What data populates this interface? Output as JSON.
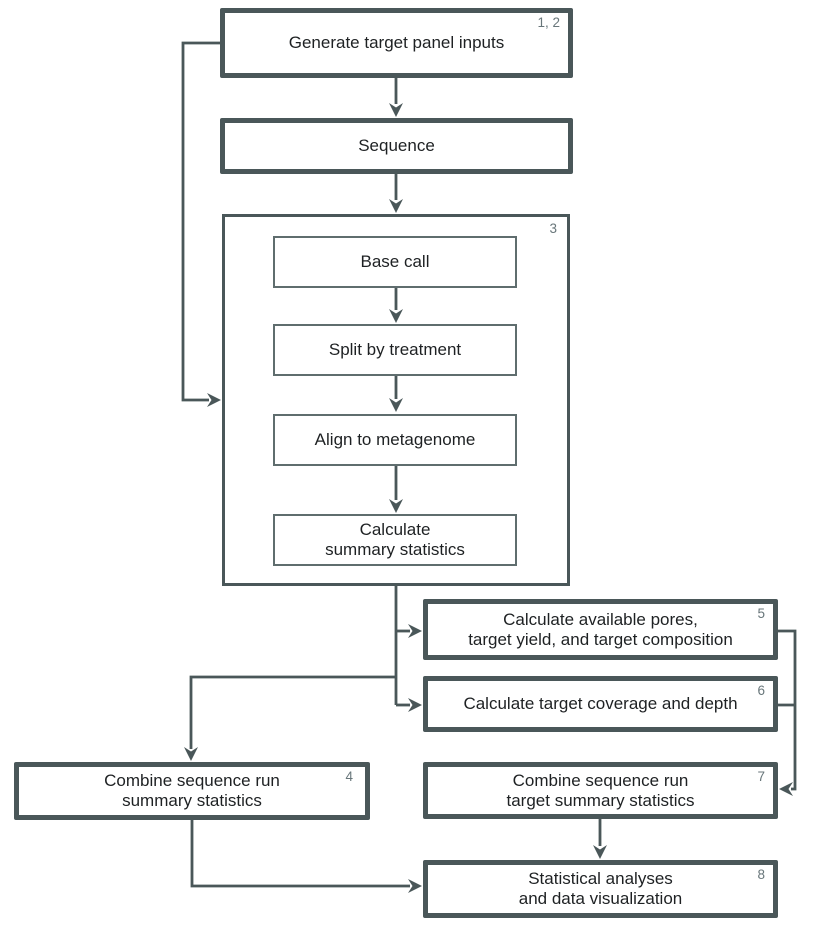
{
  "colors": {
    "line": "#4a5759",
    "thin": "#5f6d6e",
    "text": "#1e2123",
    "ref": "#68767a",
    "bg": "#ffffff"
  },
  "nodes": {
    "generate": {
      "ref": "1, 2",
      "lines": [
        "Generate target panel inputs"
      ]
    },
    "sequence": {
      "lines": [
        "Sequence"
      ]
    },
    "pipeline": {
      "ref": "3"
    },
    "base_call": {
      "lines": [
        "Base call"
      ]
    },
    "split_by_treatment": {
      "lines": [
        "Split by treatment"
      ]
    },
    "align_to_metagenome": {
      "lines": [
        "Align to metagenome"
      ]
    },
    "calculate_summary_statistics": {
      "lines": [
        "Calculate",
        "summary statistics"
      ]
    },
    "calculate_available_pores": {
      "ref": "5",
      "lines": [
        "Calculate available pores,",
        "target yield, and target composition"
      ]
    },
    "calculate_target_coverage": {
      "ref": "6",
      "lines": [
        "Calculate target coverage and depth"
      ]
    },
    "combine_sequence_run_summary": {
      "ref": "4",
      "lines": [
        "Combine sequence run",
        "summary statistics"
      ]
    },
    "combine_sequence_run_target": {
      "ref": "7",
      "lines": [
        "Combine sequence run",
        "target summary statistics"
      ]
    },
    "statistical_analyses": {
      "ref": "8",
      "lines": [
        "Statistical analyses",
        "and data visualization"
      ]
    }
  }
}
